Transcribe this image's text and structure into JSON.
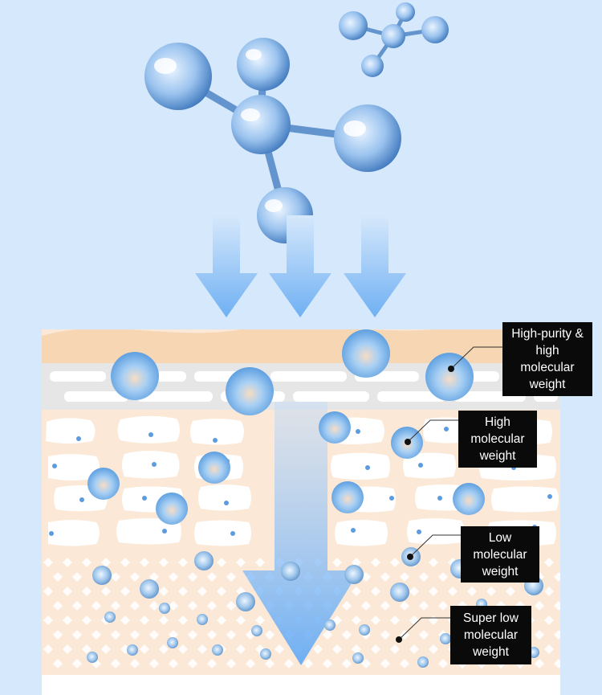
{
  "labels": {
    "high_purity": "High-purity & high molecular weight",
    "high": "High molecular weight",
    "low": "Low molecular weight",
    "super_low": "Super low molecular weight"
  },
  "colors": {
    "background": "#d6e8fb",
    "arrow": "#7db8f5",
    "skin_surface": "#f7d9b8",
    "dermis": "#fbe8d6",
    "label_box": "#0a0a0a",
    "bubble": "#8ec2f0"
  }
}
